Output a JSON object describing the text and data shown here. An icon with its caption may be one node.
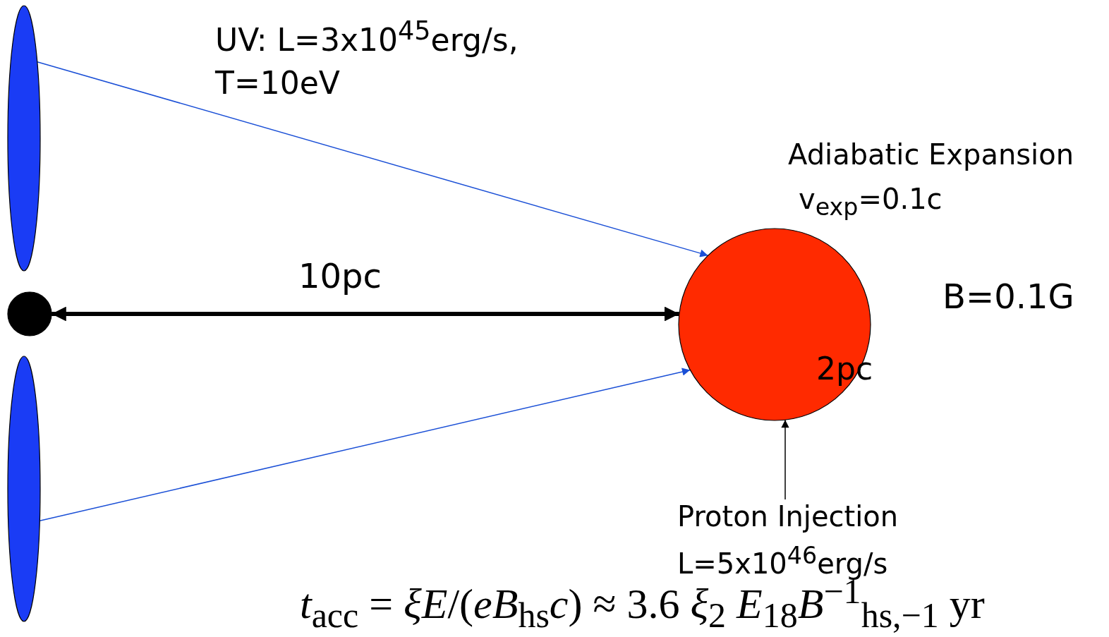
{
  "diagram": {
    "nodes": [
      {
        "text": [],
        "shape": "ellipse"
      },
      {
        "text": [],
        "shape": "circle"
      },
      {
        "text": [],
        "shape": "ellipse"
      },
      {
        "text": [],
        "shape": "circle"
      },
      {
        "text": [
          "Proton Injection",
          "L=5x10$^{46}$erg/s"
        ]
      }
    ],
    "edges": [
      {
        "from": 0,
        "to": 3,
        "arrow": "to",
        "color": "#1a4fd6"
      },
      {
        "from": 2,
        "to": 3,
        "arrow": "to",
        "color": "#1a4fd6"
      },
      {
        "from": 1,
        "to": 3,
        "arrow": "both",
        "label": "10pc",
        "style": "thick",
        "color": "#000000"
      },
      {
        "from": 4,
        "to": 3,
        "arrow": "to",
        "color": "#000000"
      }
    ],
    "labels": [
      "UV: L=3x10$^{45}$erg/s, T=10eV",
      "Adiabatic Expansion",
      "v$_{exp}$=0.1c",
      "B=0.1G",
      "2pc",
      "*t*$_{acc}$ = *ξE*/(*eB*$_{hs}$*c*) ≈ 3.6 *ξ*$_{2}$ *E*$_{18}$*B*$^{−1}$$_{hs,−1}$ yr"
    ]
  }
}
